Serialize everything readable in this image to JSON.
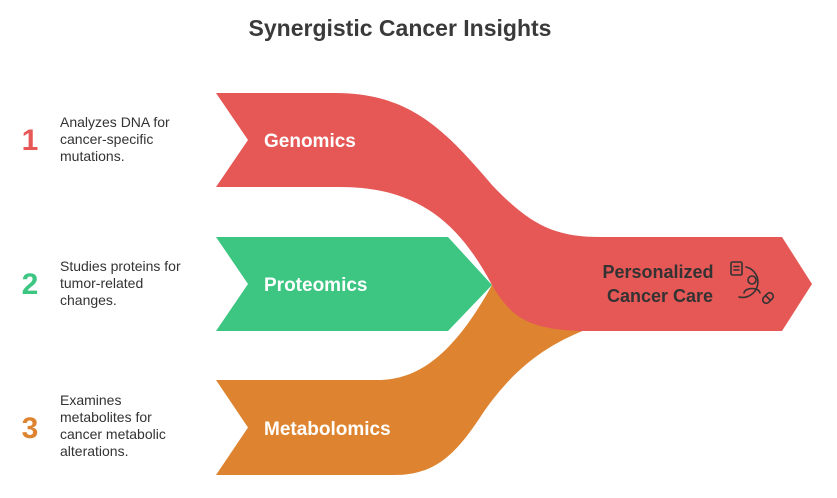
{
  "title": "Synergistic Cancer Insights",
  "colors": {
    "genomics": "#E55855",
    "proteomics": "#3DC682",
    "metabolomics": "#DE8430",
    "title": "#3A3A3A",
    "text": "#333333"
  },
  "inputs": [
    {
      "number": "1",
      "label": "Genomics",
      "description": [
        "Analyzes DNA for",
        "cancer-specific",
        "mutations."
      ]
    },
    {
      "number": "2",
      "label": "Proteomics",
      "description": [
        "Studies proteins for",
        "tumor-related",
        "changes."
      ]
    },
    {
      "number": "3",
      "label": "Metabolomics",
      "description": [
        "Examines",
        "metabolites for",
        "cancer metabolic",
        "alterations."
      ]
    }
  ],
  "output": {
    "label_lines": [
      "Personalized",
      "Cancer Care"
    ],
    "icon": "patient-care-icon"
  }
}
